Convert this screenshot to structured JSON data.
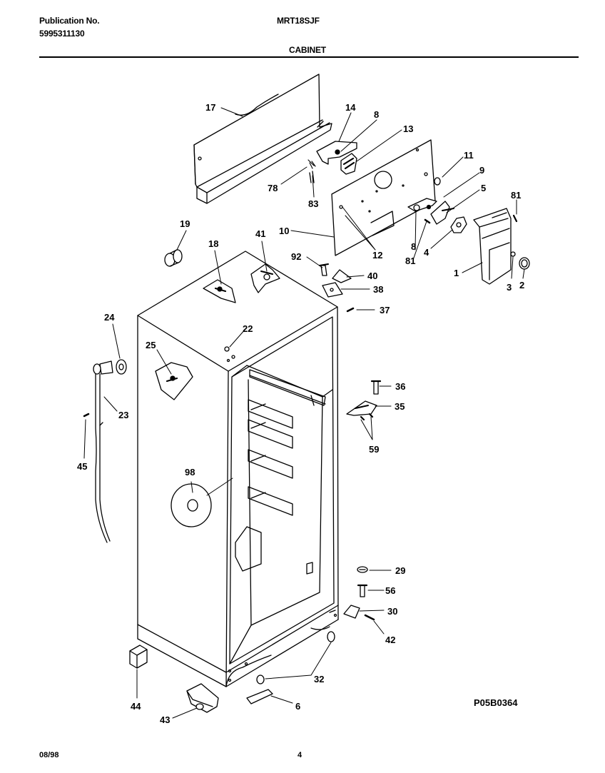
{
  "header": {
    "publication_label": "Publication No.",
    "publication_number": "5995311130",
    "model": "MRT18SJF",
    "section": "CABINET"
  },
  "footer": {
    "date": "08/98",
    "page": "4",
    "diagram_code": "P05B0364"
  },
  "part_numbers": {
    "p17": "17",
    "p14": "14",
    "p8a": "8",
    "p13": "13",
    "p11": "11",
    "p9": "9",
    "p5": "5",
    "p81a": "81",
    "p78": "78",
    "p83": "83",
    "p10": "10",
    "p12": "12",
    "p8b": "8",
    "p81b": "81",
    "p4": "4",
    "p1": "1",
    "p3": "3",
    "p2": "2",
    "p19": "19",
    "p18": "18",
    "p41": "41",
    "p92": "92",
    "p40": "40",
    "p38": "38",
    "p37": "37",
    "p24": "24",
    "p22": "22",
    "p25": "25",
    "p23": "23",
    "p45": "45",
    "p36": "36",
    "p35": "35",
    "p59": "59",
    "p98": "98",
    "p29": "29",
    "p56": "56",
    "p30": "30",
    "p42": "42",
    "p32": "32",
    "p44": "44",
    "p43": "43",
    "p6": "6"
  }
}
